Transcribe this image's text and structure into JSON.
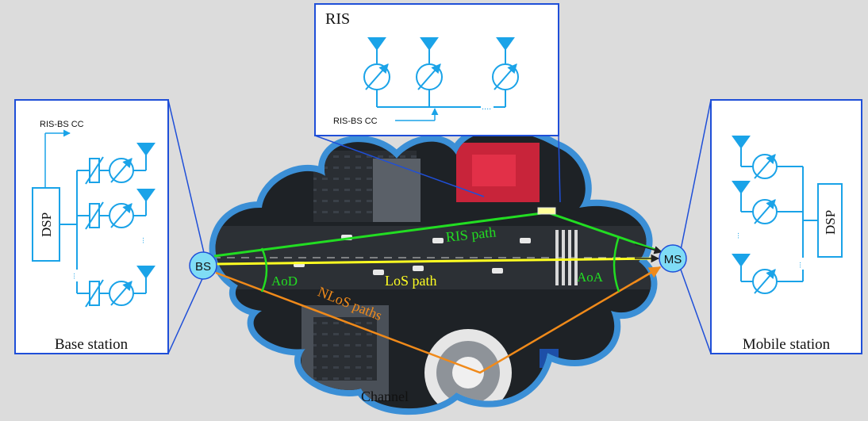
{
  "ris": {
    "title": "RIS",
    "cc_label": "RIS-BS CC",
    "dots": "...."
  },
  "base_station": {
    "cc_label": "RIS-BS CC",
    "dsp": "DSP",
    "caption": "Base station",
    "dots": "..."
  },
  "mobile_station": {
    "dsp": "DSP",
    "caption": "Mobile station",
    "dots": "..."
  },
  "nodes": {
    "bs": "BS",
    "ms": "MS"
  },
  "paths": {
    "ris": "RIS path",
    "los": "LoS path",
    "nlos": "NLoS paths"
  },
  "angles": {
    "aod": "AoD",
    "aoa": "AoA"
  },
  "channel": {
    "caption": "Channel"
  },
  "colors": {
    "diagram_blue": "#1aa3e8",
    "frame_blue": "#1f4fd8",
    "ris_path": "#22dd22",
    "los_path": "#ffff22",
    "nlos_path": "#f08a1a",
    "node_fill": "#7fdcf5",
    "cloud_edge": "#3b8fd6",
    "background": "#dcdcdc"
  }
}
